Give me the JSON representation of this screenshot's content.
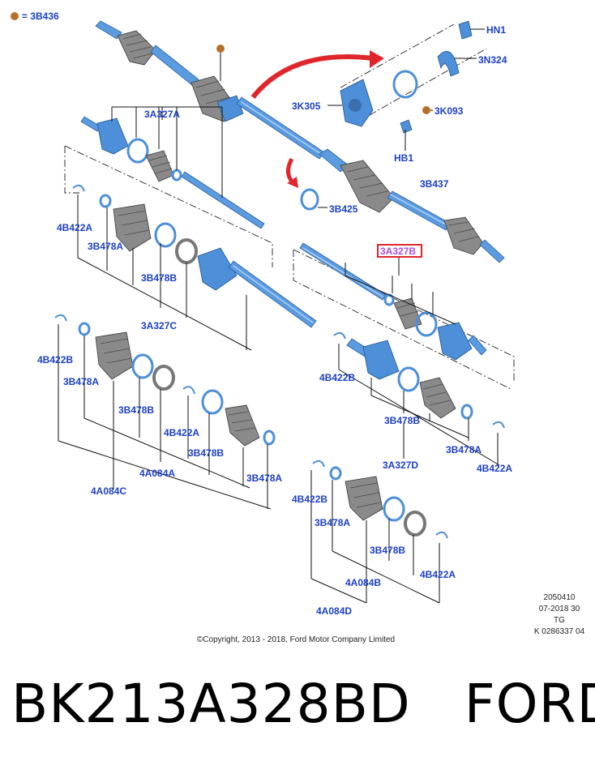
{
  "legend": {
    "text": "= 3B436",
    "dot_color": "#b5712c"
  },
  "labels": {
    "hn1": "HN1",
    "n3n324": "3N324",
    "k3k305": "3K305",
    "k3k093": "3K093",
    "hb1": "HB1",
    "b3b437": "3B437",
    "b3b425": "3B425",
    "a3a327a": "3A327A",
    "a3a327b": "3A327B",
    "a3a327c": "3A327C",
    "a3a327d": "3A327D",
    "b4b422a_1": "4B422A",
    "b3b478a_1": "3B478A",
    "b3b478b_1": "3B478B",
    "b4b422b_1": "4B422B",
    "b3b478a_2": "3B478A",
    "b3b478b_2": "3B478B",
    "b4b422a_2": "4B422A",
    "b3b478b_3": "3B478B",
    "b3b478a_3": "3B478A",
    "a4a084a": "4A084A",
    "a4a084c": "4A084C",
    "b4b422b_2": "4B422B",
    "b3b478b_4": "3B478B",
    "b3b478a_4": "3B478A",
    "b4b422a_3": "4B422A",
    "b4b422b_3": "4B422B",
    "b3b478a_5": "3B478A",
    "b3b478b_5": "3B478B",
    "b4b422a_4": "4B422A",
    "a4a084b": "4A084B",
    "a4a084d": "4A084D"
  },
  "diagram_ref": [
    "2050410",
    "07-2018 30",
    "TG",
    "K 0286337 04"
  ],
  "copyright": "©Copyright, 2013 - 2018, Ford Motor Company Limited",
  "footer": {
    "part_number": "BK213A328BD",
    "brand": "FORD"
  },
  "colors": {
    "highlight_box": "#e0262d",
    "arrow_red": "#e0262d",
    "label_blue": "#1c3fc4",
    "part_blue": "#4d8fd8"
  }
}
